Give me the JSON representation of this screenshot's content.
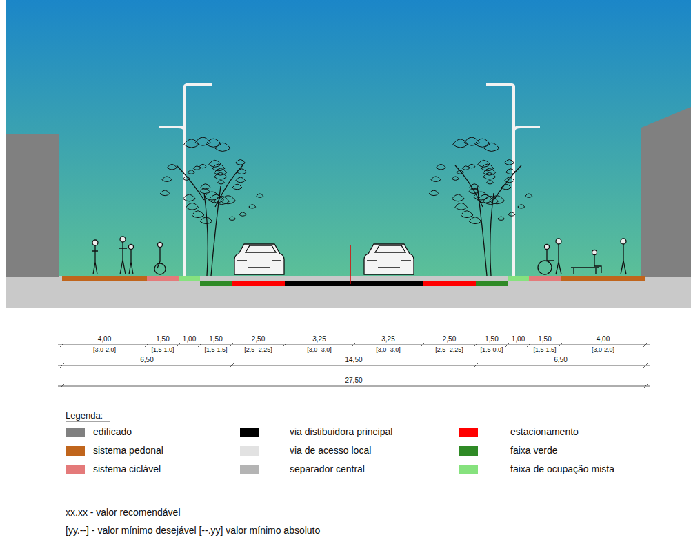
{
  "diagram": {
    "labels": [
      "4,00",
      "[3,0-2,0]",
      "1,50",
      "[1,5-1,0]",
      "1,00",
      "",
      "1,50",
      "[1,5-1,5]",
      "2,50",
      "[2,5- 2,25]",
      "3,25",
      "[3,0- 3,0]",
      "3,25",
      "[3,0- 3,0]",
      "2,50",
      "[2,5- 2,25]",
      "1,50",
      "[1,5-0,0]",
      "1,00",
      "",
      "1,50",
      "[1,5-1,5]",
      "4,00",
      "[3,0-2,0]",
      "6,50",
      "14,50",
      "6,50",
      "27,50",
      "Legenda:",
      "xx.xx - valor recomendável",
      "[yy.--] - valor mínimo desejável [--.yy] valor mínimo absoluto"
    ],
    "legend": [
      {
        "text": "edificado",
        "color": "#808080"
      },
      {
        "text": "via distibuidora principal",
        "color": "#000000"
      },
      {
        "text": "estacionamento",
        "color": "#ff0000"
      },
      {
        "text": "sistema pedonal",
        "color": "#c0651c"
      },
      {
        "text": "via de acesso local",
        "color": "#e2e2e2"
      },
      {
        "text": "faixa verde",
        "color": "#2f8a26"
      },
      {
        "text": "sistema ciclável",
        "color": "#e47a7a"
      },
      {
        "text": "separador central",
        "color": "#b4b4b4"
      },
      {
        "text": "faixa de ocupação mista",
        "color": "#86e27e"
      }
    ]
  }
}
